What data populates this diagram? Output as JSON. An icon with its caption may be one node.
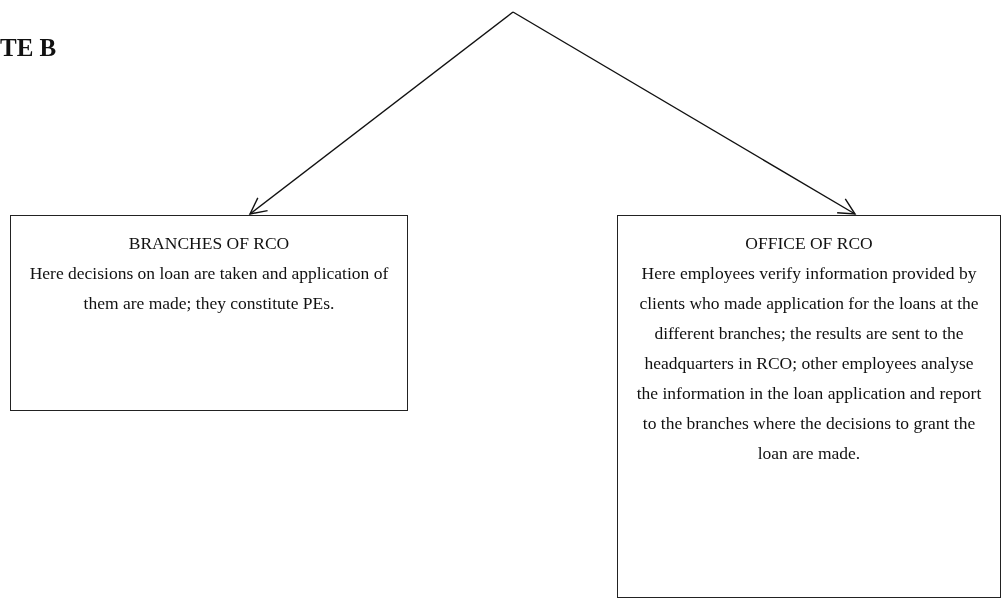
{
  "diagram": {
    "title": "TE B",
    "nodes": [
      {
        "text": [
          "BRANCHES OF RCO",
          "Here decisions on loan are taken and application of them are made; they constitute PEs."
        ]
      },
      {
        "text": [
          "OFFICE OF RCO",
          "Here employees verify information provided by clients who made application for the loans at the different branches; the results are sent to the headquarters in RCO; other employees analyse the information in the loan application and report to the branches where the decisions to grant the loan are made."
        ]
      }
    ],
    "edges": [
      {
        "from": null,
        "to": 0,
        "arrow": "to"
      },
      {
        "from": null,
        "to": 1,
        "arrow": "to"
      }
    ]
  }
}
